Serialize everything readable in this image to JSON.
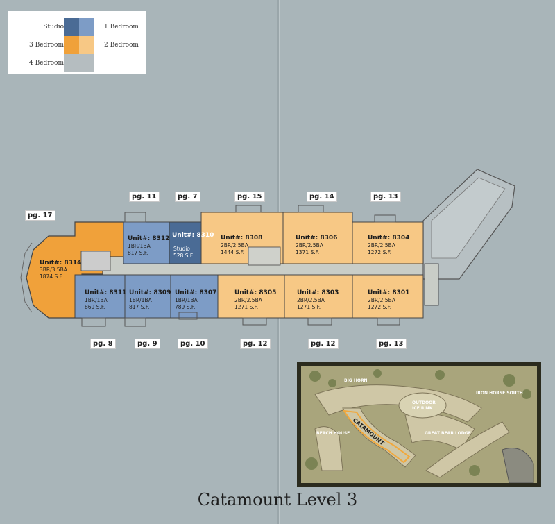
{
  "title": "Catamount Level 3",
  "legend": [
    {
      "label": "Studio",
      "color": "#4a6b95"
    },
    {
      "label": "1 Bedroom",
      "color": "#7d9cc6"
    },
    {
      "label": "3 Bedroom",
      "color": "#f0a13a"
    },
    {
      "label": "2 Bedroom",
      "color": "#f7c885"
    },
    {
      "label": "4 Bedroom",
      "color": "#b5bdc0"
    }
  ],
  "units": [
    {
      "unit": "Unit#: 8314",
      "beds": "3BR/3.5BA",
      "area": "1874 S.F.",
      "type": "3 Bedroom"
    },
    {
      "unit": "Unit#: 8312",
      "beds": "1BR/1BA",
      "area": "817 S.F.",
      "type": "1 Bedroom"
    },
    {
      "unit": "Unit#: 8310",
      "beds": "Studio",
      "area": "528 S.F.",
      "type": "Studio"
    },
    {
      "unit": "Unit#: 8308",
      "beds": "2BR/2.5BA",
      "area": "1444 S.F.",
      "type": "2 Bedroom"
    },
    {
      "unit": "Unit#: 8306",
      "beds": "2BR/2.5BA",
      "area": "1371 S.F.",
      "type": "2 Bedroom"
    },
    {
      "unit": "Unit#: 8304",
      "beds": "2BR/2.5BA",
      "area": "1272 S.F.",
      "type": "2 Bedroom"
    },
    {
      "unit": "Unit#: 8311",
      "beds": "1BR/1BA",
      "area": "869 S.F.",
      "type": "1 Bedroom"
    },
    {
      "unit": "Unit#: 8309",
      "beds": "1BR/1BA",
      "area": "817 S.F.",
      "type": "1 Bedroom"
    },
    {
      "unit": "Unit#: 8307",
      "beds": "1BR/1BA",
      "area": "789 S.F.",
      "type": "1 Bedroom"
    },
    {
      "unit": "Unit#: 8305",
      "beds": "2BR/2.5BA",
      "area": "1271 S.F.",
      "type": "2 Bedroom"
    },
    {
      "unit": "Unit#: 8303",
      "beds": "2BR/2.5BA",
      "area": "1271 S.F.",
      "type": "2 Bedroom"
    },
    {
      "unit": "Unit#: 8301",
      "beds": "2BR/2.5BA",
      "area": "1272 S.F.",
      "type": "2 Bedroom"
    }
  ],
  "page_refs": [
    "pg. 17",
    "pg. 11",
    "pg. 7",
    "pg. 15",
    "pg. 14",
    "pg. 13",
    "pg. 8",
    "pg. 9",
    "pg. 10",
    "pg. 12",
    "pg. 12",
    "pg. 13"
  ],
  "map_labels": [
    "BIG HORN",
    "OUTDOOR",
    "ICE RINK",
    "IRON HORSE SOUTH",
    "CATAMOUNT",
    "GREAT BEAR LODGE",
    "BEACH HOUSE"
  ]
}
